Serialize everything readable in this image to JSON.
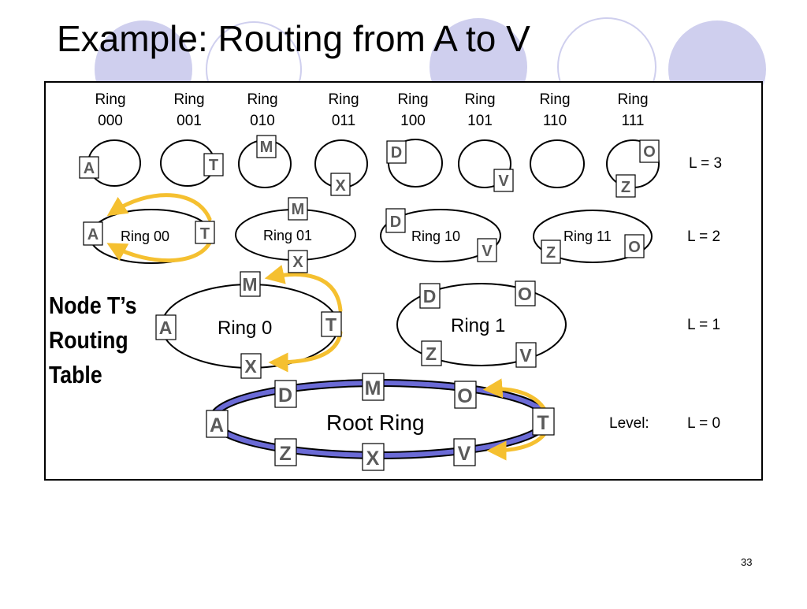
{
  "slide": {
    "title": "Example: Routing from A to V",
    "page_number": "33",
    "side_title": [
      "Node T’s",
      "Routing",
      "Table"
    ],
    "accent_color": "#cfcfee",
    "root_ring_color": "#6b6bd6",
    "arrow_color": "#f5c030"
  },
  "columns": [
    {
      "line1": "Ring",
      "line2": "000"
    },
    {
      "line1": "Ring",
      "line2": "001"
    },
    {
      "line1": "Ring",
      "line2": "010"
    },
    {
      "line1": "Ring",
      "line2": "011"
    },
    {
      "line1": "Ring",
      "line2": "100"
    },
    {
      "line1": "Ring",
      "line2": "101"
    },
    {
      "line1": "Ring",
      "line2": "110"
    },
    {
      "line1": "Ring",
      "line2": "111"
    }
  ],
  "levels": {
    "l3": "L = 3",
    "l2": "L = 2",
    "l1": "L = 1",
    "l0": "L = 0",
    "level_prefix": "Level:"
  },
  "rings": {
    "ring00": "Ring 00",
    "ring01": "Ring 01",
    "ring10": "Ring 10",
    "ring11": "Ring 11",
    "ring0": "Ring 0",
    "ring1": "Ring 1",
    "root": "Root Ring"
  },
  "nodes": {
    "a": "A",
    "t": "T",
    "m": "M",
    "x": "X",
    "d": "D",
    "v": "V",
    "o": "O",
    "z": "Z"
  }
}
